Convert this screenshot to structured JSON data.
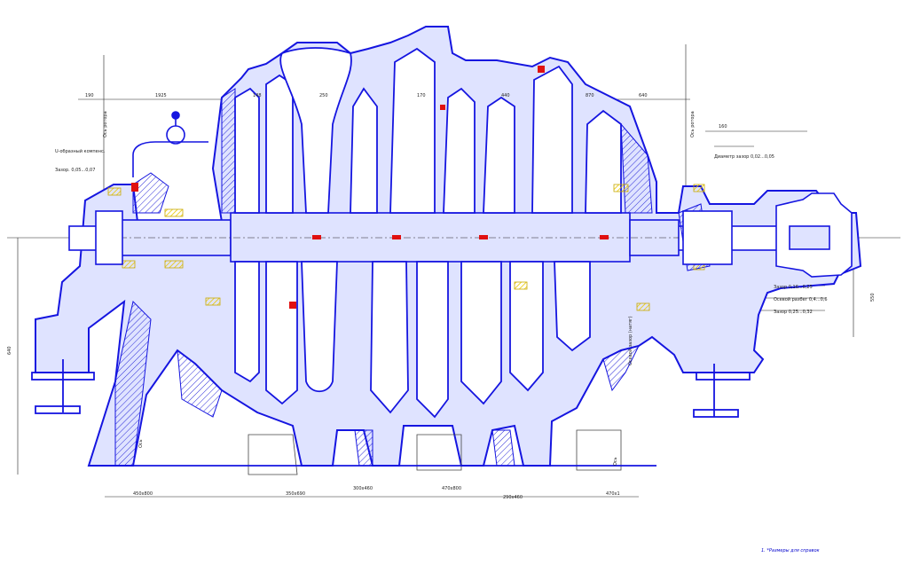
{
  "colors": {
    "outline": "#1515e0",
    "fill_light": "#dfe3ff",
    "hatch": "#2b2bd8",
    "dim": "#222222",
    "accent_red": "#e01010",
    "accent_yellow": "#e8c800",
    "note_text": "#0000cc"
  },
  "labels": {
    "u_loop": "U-образный компенс.",
    "gap_left": "Зазор.\n0,05...0,07",
    "gap_right_top": "Диаметр зазор 0,02...0,05",
    "gap_right_1": "Зазор 0,16...0,25",
    "gap_right_2": "Осевой разбег 0,4...0,6",
    "gap_right_3": "Зазор 0,25...0,32",
    "steam_note": "Осевой зазор\n(натяг)",
    "vertical_left": "Ось",
    "vertical_right": "Ось",
    "axis_left": "Ось ротора",
    "axis_right": "Ось ротора"
  },
  "dimensions": {
    "top": [
      "190",
      "1925",
      "148",
      "250",
      "170",
      "440",
      "870",
      "160",
      "640"
    ],
    "bottom": [
      "450x800",
      "350x690",
      "300x460",
      "470x800",
      "290x460",
      "470x1"
    ],
    "right": "550",
    "left": "640"
  },
  "footnote": "1. *Размеры для справок"
}
